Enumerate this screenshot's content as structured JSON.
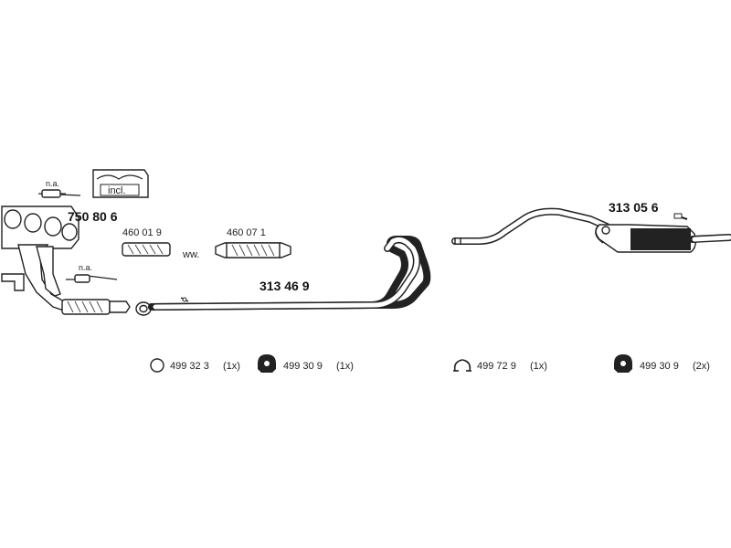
{
  "parts": {
    "manifold": {
      "number": "750 80 6",
      "note": "incl."
    },
    "sensor_upper": {
      "note": "n.a."
    },
    "sensor_lower": {
      "note": "n.a."
    },
    "flex_pipe_1": {
      "number": "460 01 9"
    },
    "flex_pipe_2": {
      "number": "460 07 1"
    },
    "alternative_label": "ww.",
    "middle_pipe": {
      "number": "313 46 9"
    },
    "rear_muffler": {
      "number": "313 05 6"
    }
  },
  "legend": [
    {
      "icon": "ring-icon",
      "number": "499 32 3",
      "qty": "(1x)"
    },
    {
      "icon": "rubber-mount-icon",
      "number": "499 30 9",
      "qty": "(1x)"
    },
    {
      "icon": "clamp-icon",
      "number": "499 72 9",
      "qty": "(1x)"
    },
    {
      "icon": "rubber-mount-icon",
      "number": "499 30 9",
      "qty": "(2x)"
    }
  ],
  "colors": {
    "line": "#222222",
    "background": "#ffffff"
  }
}
